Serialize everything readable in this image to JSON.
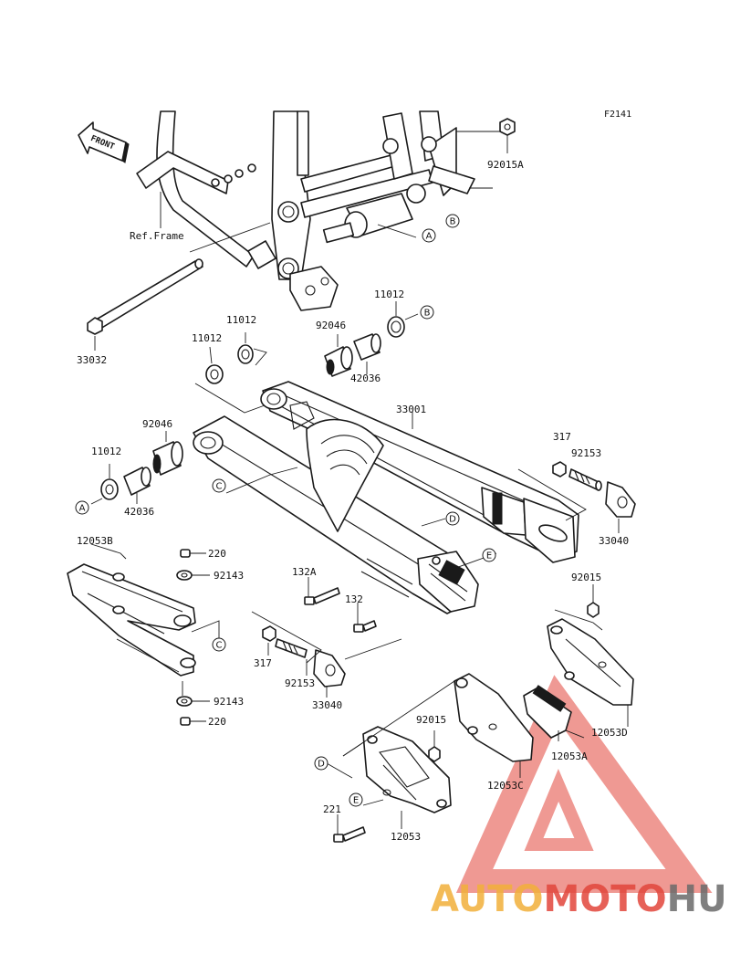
{
  "diagram": {
    "figure_code": "F2141",
    "front_label": "FRONT",
    "ref_frame_label": "Ref.Frame",
    "part_labels": [
      "92015A",
      "33032",
      "11012",
      "11012",
      "92046",
      "42036",
      "11012",
      "33001",
      "92046",
      "11012",
      "42036",
      "317",
      "92153",
      "33040",
      "12053B",
      "220",
      "92143",
      "132A",
      "132",
      "92015",
      "317",
      "92153",
      "33040",
      "92143",
      "220",
      "92015",
      "12053D",
      "12053A",
      "12053C",
      "221",
      "12053"
    ],
    "ref_circle_labels": [
      "B",
      "A",
      "B",
      "A",
      "C",
      "D",
      "E",
      "C",
      "D",
      "E"
    ]
  },
  "watermark": {
    "text_part1": "AUTO",
    "text_part2": "MOTO",
    "text_part3": "HUB",
    "color_orange": "#f2b03a",
    "color_red": "#e2463c",
    "color_gray": "#6b6b6b"
  }
}
